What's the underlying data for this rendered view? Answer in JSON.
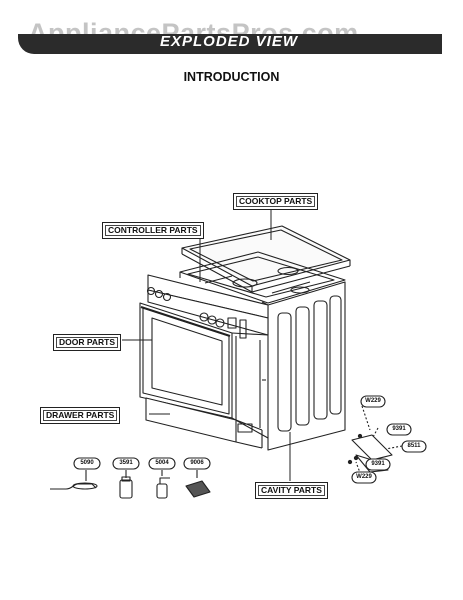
{
  "header": {
    "watermark": "AppliancePartsPros.com",
    "title": "EXPLODED VIEW"
  },
  "section_title": "INTRODUCTION",
  "part_labels": {
    "cooktop": "COOKTOP PARTS",
    "controller": "CONTROLLER PARTS",
    "door": "DOOR PARTS",
    "drawer": "DRAWER PARTS",
    "cavity": "CAVITY PARTS"
  },
  "accessory_codes": [
    "5090",
    "3591",
    "5004",
    "9006"
  ],
  "hardware_codes": {
    "w229_top": "W229",
    "c9391_top": "9391",
    "c8511": "8511",
    "c9391_bottom": "9391",
    "w229_bottom": "W229"
  },
  "colors": {
    "line": "#222222",
    "header": "#2b2b2b",
    "watermark": "#c4c4c4"
  }
}
